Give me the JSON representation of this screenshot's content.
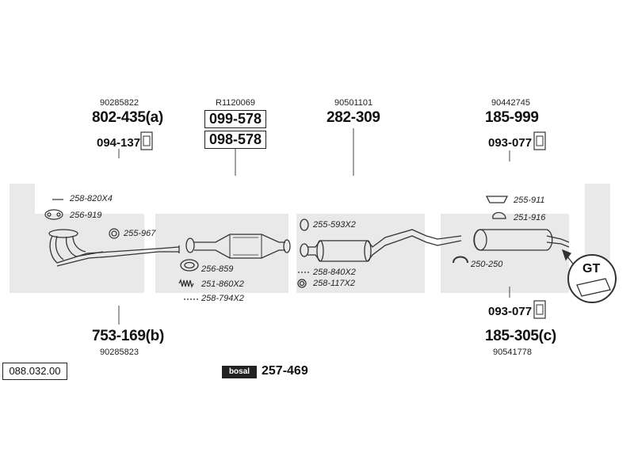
{
  "catalog_number": "088.032.00",
  "set_number": "257-469",
  "bosal_badge": "bosal",
  "gt_label": "GT",
  "groups": {
    "front_pipe": {
      "oe_top": "90285822",
      "part_top": "802-435(a)",
      "mount_top": "094-137",
      "part_bottom": "753-169(b)",
      "oe_bottom": "90285823",
      "accessories": [
        "258-820X4",
        "256-919",
        "255-967"
      ]
    },
    "catalytic": {
      "oe": "R1120069",
      "part_a": "099-578",
      "part_b": "098-578",
      "accessories": [
        "256-859",
        "251-860X2",
        "258-794X2"
      ]
    },
    "middle": {
      "oe": "90501101",
      "part": "282-309",
      "accessories": [
        "255-593X2",
        "258-840X2",
        "258-117X2"
      ]
    },
    "rear": {
      "oe_top": "90442745",
      "part_top": "185-999",
      "mount_top": "093-077",
      "accessories": [
        "255-911",
        "251-916",
        "250-250"
      ],
      "mount_bottom": "093-077",
      "part_bottom": "185-305(c)",
      "oe_bottom": "90541778"
    }
  }
}
